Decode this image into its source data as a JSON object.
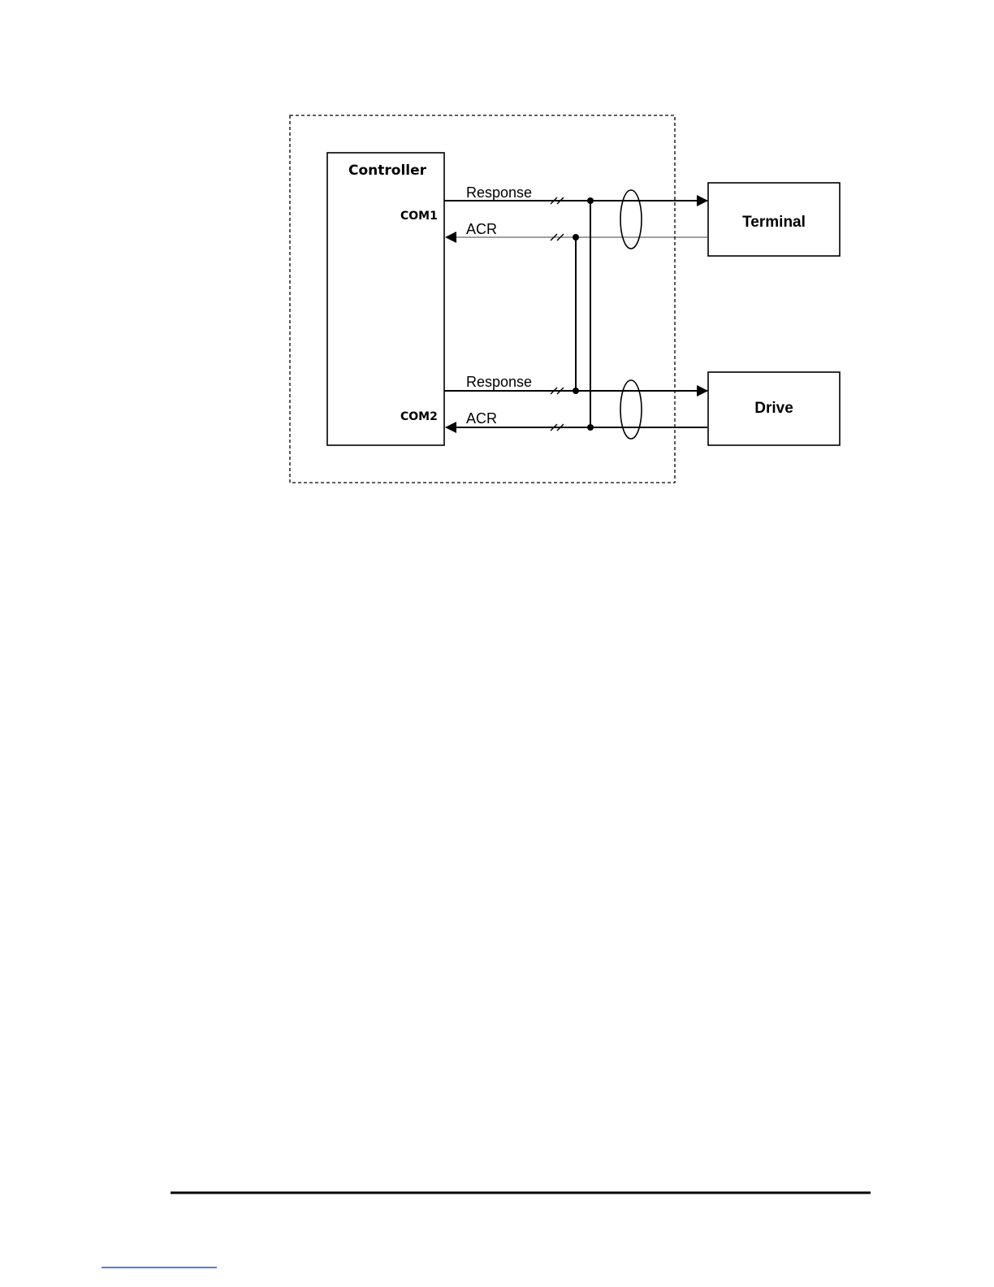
{
  "diagram": {
    "controller": {
      "title": "Controller",
      "port1": "COM1",
      "port2": "COM2"
    },
    "signals": {
      "com1_response": "Response",
      "com1_acr": "ACR",
      "com2_response": "Response",
      "com2_acr": "ACR"
    },
    "devices": {
      "terminal": "Terminal",
      "drive": "Drive"
    }
  },
  "colors": {
    "line": "#000000",
    "link": "#1f4fd6",
    "background": "#ffffff"
  }
}
